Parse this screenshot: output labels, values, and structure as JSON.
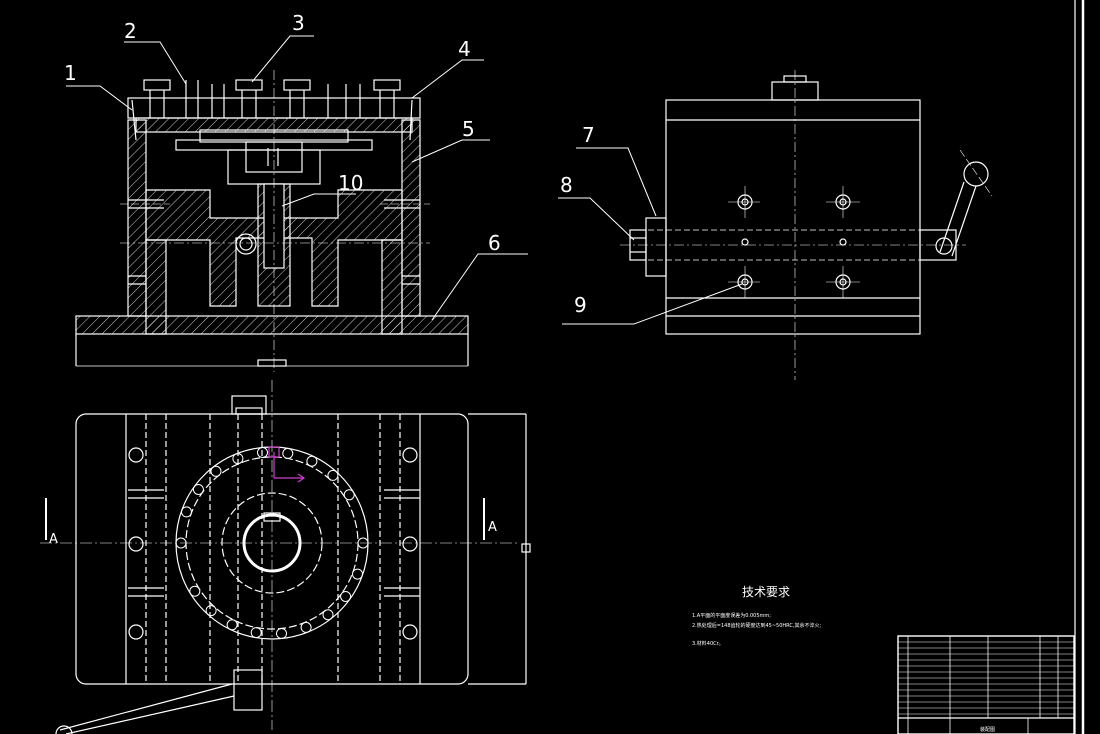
{
  "drawing": {
    "part_labels": [
      "1",
      "2",
      "3",
      "4",
      "5",
      "6",
      "7",
      "8",
      "9",
      "10"
    ],
    "section_marks": [
      "A",
      "A"
    ],
    "notes": {
      "title": "技术要求",
      "lines": [
        "1.A平面的平面度误差为0.005mm;",
        "2.热处理后=148齿轮的硬度达到45~50HRC,其余不淬火;",
        "3.材料40Cr。"
      ]
    },
    "title_block": {
      "caption": "装配图"
    },
    "colors": {
      "background": "#000000",
      "lines": "#ffffff",
      "marker": "#d040d0"
    }
  }
}
